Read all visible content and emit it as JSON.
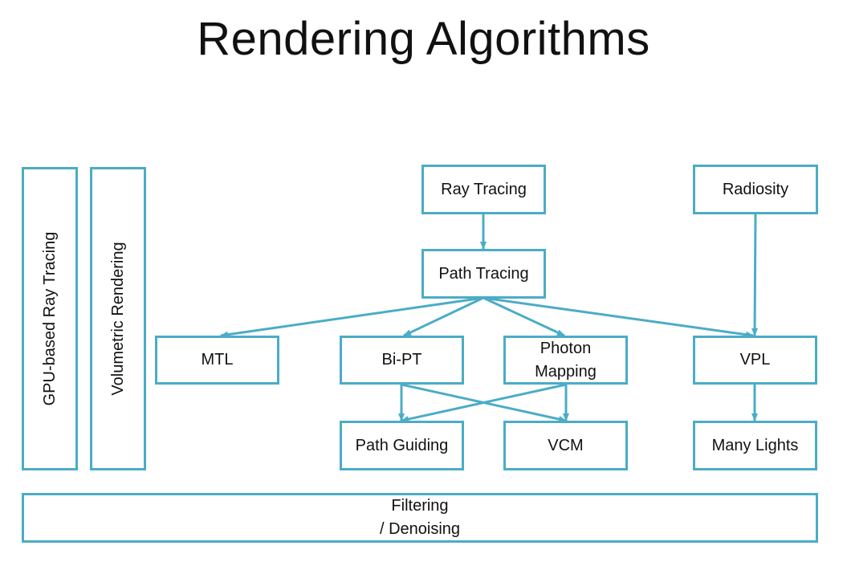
{
  "title": "Rendering Algorithms",
  "accent_color": "#4bacc6",
  "nodes": {
    "gpu_ray_tracing": "GPU-based Ray Tracing",
    "volumetric_rendering": "Volumetric Rendering",
    "ray_tracing": "Ray Tracing",
    "radiosity": "Radiosity",
    "path_tracing": "Path Tracing",
    "mtl": "MTL",
    "bi_pt": "Bi-PT",
    "photon_mapping": "Photon\nMapping",
    "vpl": "VPL",
    "path_guiding": "Path Guiding",
    "vcm": "VCM",
    "many_lights": "Many Lights",
    "filtering_denoising": "Filtering\n/ Denoising"
  },
  "edges": [
    {
      "from": "ray_tracing",
      "to": "path_tracing"
    },
    {
      "from": "path_tracing",
      "to": "mtl"
    },
    {
      "from": "path_tracing",
      "to": "bi_pt"
    },
    {
      "from": "path_tracing",
      "to": "photon_mapping"
    },
    {
      "from": "path_tracing",
      "to": "vpl"
    },
    {
      "from": "radiosity",
      "to": "vpl"
    },
    {
      "from": "bi_pt",
      "to": "path_guiding"
    },
    {
      "from": "bi_pt",
      "to": "vcm"
    },
    {
      "from": "photon_mapping",
      "to": "path_guiding"
    },
    {
      "from": "photon_mapping",
      "to": "vcm"
    },
    {
      "from": "vpl",
      "to": "many_lights"
    }
  ]
}
